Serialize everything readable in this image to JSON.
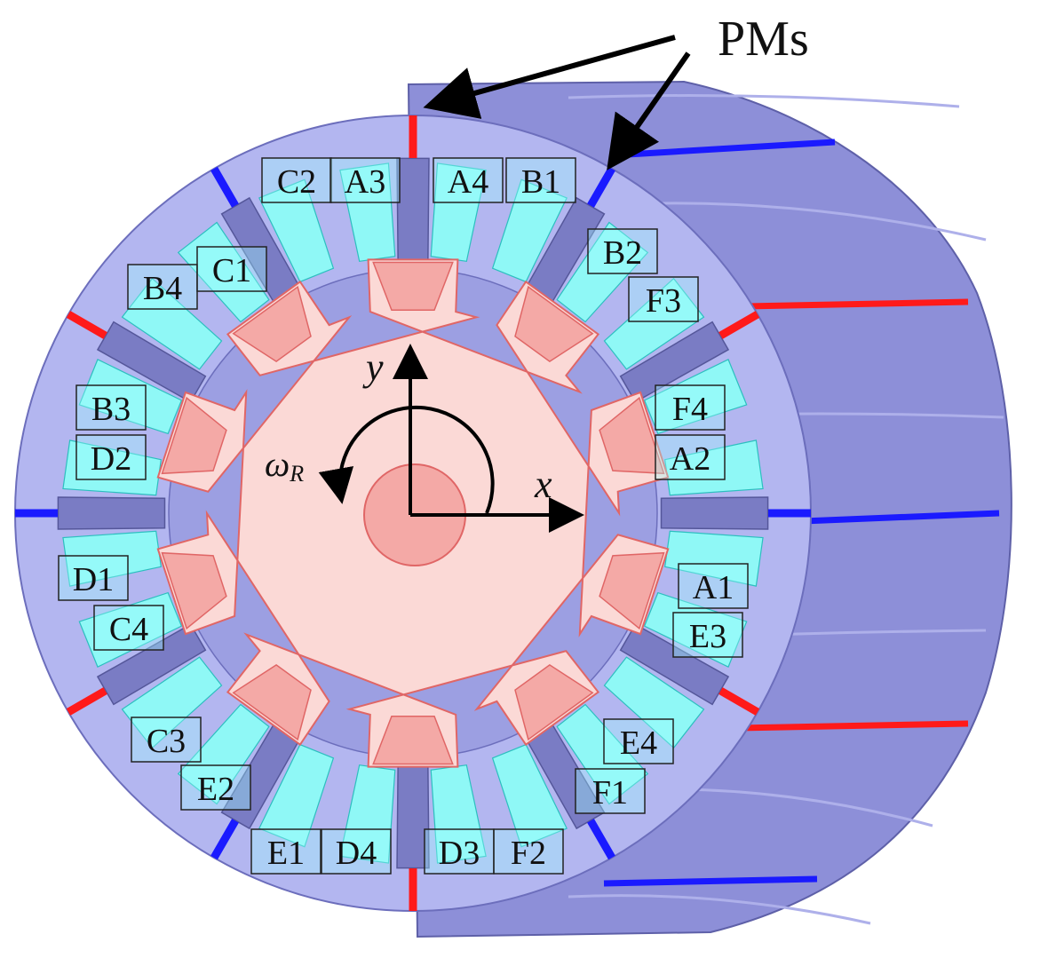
{
  "annotation": {
    "pm_label": "PMs"
  },
  "axes": {
    "x_label": "x",
    "y_label": "y",
    "omega_symbol": "ω",
    "omega_subscript": "R"
  },
  "coil_labels": [
    "C2",
    "A3",
    "A4",
    "B1",
    "B2",
    "F3",
    "F4",
    "A2",
    "A1",
    "E3",
    "E4",
    "F1",
    "D3",
    "F2",
    "E1",
    "D4",
    "C3",
    "E2",
    "D1",
    "C4",
    "B3",
    "D2",
    "B4",
    "C1"
  ],
  "colors": {
    "stator": "#b3b6f0",
    "stator_side": "#8d8fd8",
    "stator_tooth": "#7a7cc4",
    "rotor": "#fbd9d6",
    "rotor_pole": "#f4a9a6",
    "coil": "#8ff8f6",
    "pm_red": "#ff1a1a",
    "pm_blue": "#1a1aff"
  }
}
